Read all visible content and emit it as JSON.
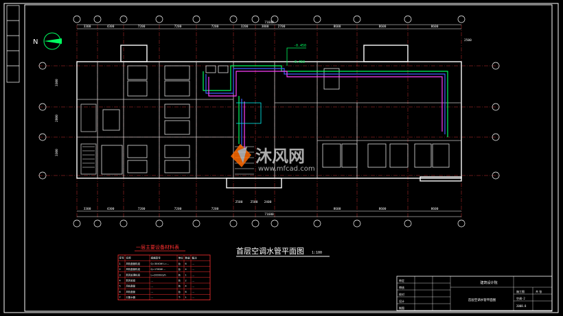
{
  "drawing": {
    "title": "首层空调水管平面图",
    "scale": "1:100",
    "north_label": "N",
    "total_dimension_top": "71600",
    "total_dimension_bottom": "71600",
    "top_dimensions": [
      "3300",
      "4300",
      "7200",
      "7200",
      "7200",
      "3200",
      "3800",
      "2700",
      "8600",
      "8600",
      "8600"
    ],
    "bottom_dimensions": [
      "3300",
      "4300",
      "7200",
      "7200",
      "7200",
      "8600",
      "8600",
      "8600"
    ],
    "bottom_sub_dimensions": [
      "2500",
      "2500",
      "2400"
    ],
    "right_dimension": "2500",
    "left_dimensions": [
      "3300",
      "2800",
      "3300"
    ],
    "elevation_labels": [
      "-0.450",
      "-0.450"
    ],
    "watermark_text": "沐风网",
    "watermark_url": "www.mfcad.com",
    "colors": {
      "frame": "#ffffff",
      "grid": "#ff4040",
      "wall": "#ffffff",
      "pipe_green": "#00ff60",
      "pipe_blue": "#4060ff",
      "pipe_magenta": "#ff40ff",
      "pipe_cyan": "#00ffff",
      "equipment": "#d8d8d8",
      "table": "#ff3030",
      "dim": "#ffffff"
    }
  },
  "material_table": {
    "title": "一层主要设备材料表",
    "headers": [
      "序号",
      "名称",
      "规格型号",
      "单位",
      "数量",
      "备注"
    ],
    "rows": [
      [
        "1",
        "风机盘管机组",
        "Q=3040W L=...",
        "台",
        "6",
        "..."
      ],
      [
        "2",
        "风机盘管机组",
        "Q=1780W ...",
        "台",
        "4",
        "..."
      ],
      [
        "3",
        "新风处理机组",
        "L=2000m3/h",
        "台",
        "1",
        "..."
      ],
      [
        "4",
        "新风机组",
        "...",
        "台",
        "2",
        "..."
      ],
      [
        "5",
        "风机盘管",
        "...",
        "台",
        "4",
        "..."
      ],
      [
        "6",
        "风机盘管",
        "...",
        "台",
        "6",
        "..."
      ],
      [
        "7",
        "分集水器",
        "...",
        "个",
        "1",
        "..."
      ]
    ]
  },
  "title_block": {
    "company": "建筑设计院",
    "drawing_name": "首层空调水管平面图",
    "stage": "施工图",
    "number": "空调-2",
    "sheet": "共 张",
    "date": "2008.8",
    "labels": [
      "审定",
      "审核",
      "校对",
      "设计",
      "制图"
    ]
  }
}
